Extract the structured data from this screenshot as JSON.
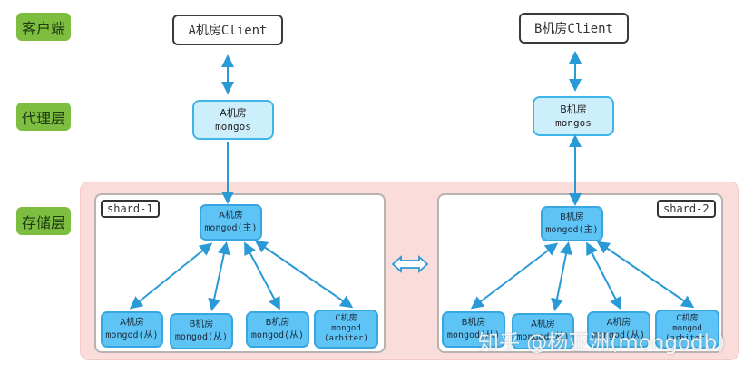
{
  "layers": {
    "client": "客户端",
    "proxy": "代理层",
    "storage": "存储层"
  },
  "clients": {
    "a": "A机房Client",
    "b": "B机房Client"
  },
  "mongos": {
    "a": {
      "room": "A机房",
      "role": "mongos"
    },
    "b": {
      "room": "B机房",
      "role": "mongos"
    }
  },
  "shards": [
    {
      "name": "shard-1",
      "primary": {
        "room": "A机房",
        "role": "mongod(主)"
      },
      "members": [
        {
          "room": "A机房",
          "role": "mongod(从)"
        },
        {
          "room": "B机房",
          "role": "mongod(从)"
        },
        {
          "room": "B机房",
          "role": "mongod(从)"
        },
        {
          "room": "C机房",
          "role": "mongod",
          "note": "(arbiter)"
        }
      ]
    },
    {
      "name": "shard-2",
      "primary": {
        "room": "B机房",
        "role": "mongod(主)"
      },
      "members": [
        {
          "room": "B机房",
          "role": "mongod(从)"
        },
        {
          "room": "A机房",
          "role": "mongod(从)"
        },
        {
          "room": "A机房",
          "role": "mongod(从)"
        },
        {
          "room": "C机房",
          "role": "mongod",
          "note": "(arbiter)"
        }
      ]
    }
  ],
  "colors": {
    "layer_label": "#7dbd3f",
    "mongos_fill": "#cdeefb",
    "node_fill": "#5ec4f5",
    "arrow": "#2a9ad6",
    "storage_bg": "#fadcdb"
  },
  "watermark": "知乎 @杨亚洲(mongodb)"
}
